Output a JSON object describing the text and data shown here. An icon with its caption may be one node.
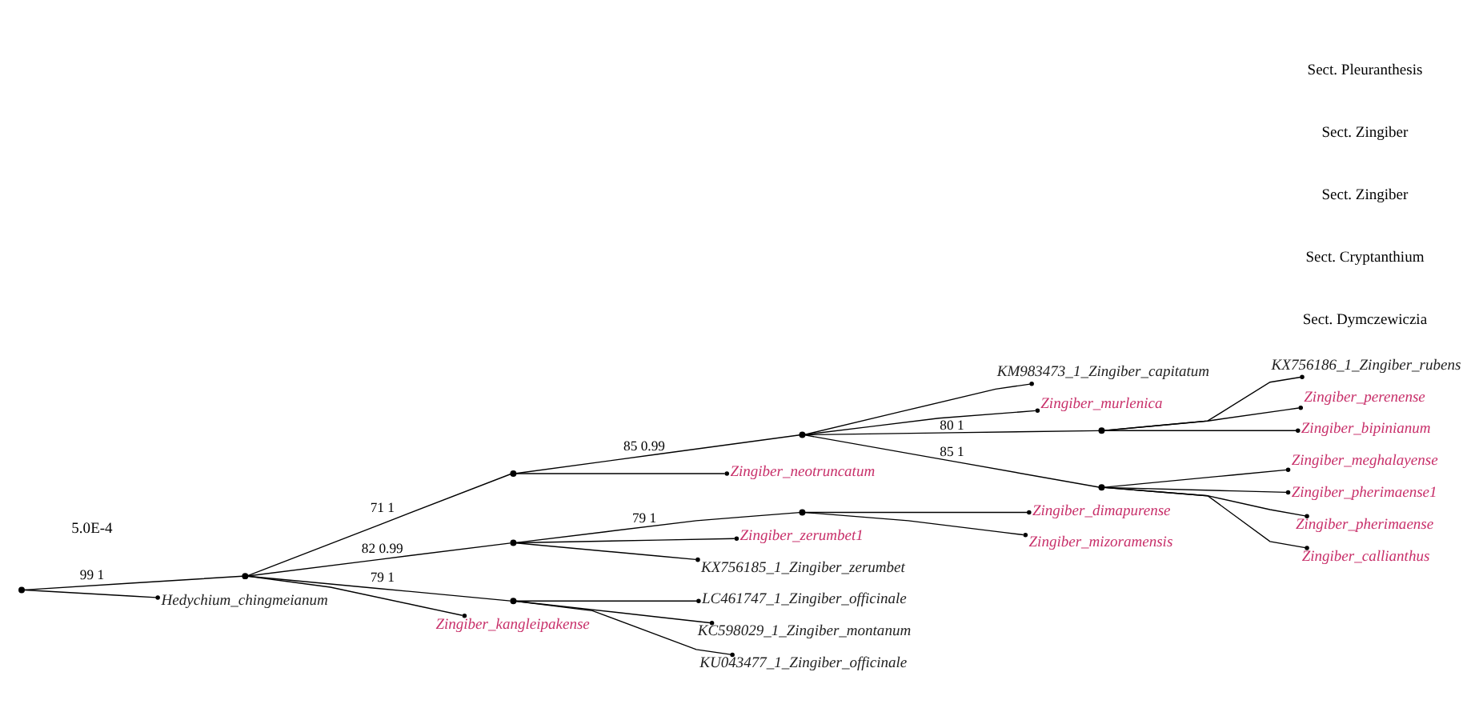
{
  "diagram": {
    "nodes": [
      {
        "text": [],
        "shape": "circle"
      },
      {
        "text": [],
        "shape": "circle"
      },
      {
        "text": [],
        "shape": "circle"
      },
      {
        "text": [],
        "shape": "circle"
      },
      {
        "text": [
          "KM983473_1_Zingiber_capitatum"
        ]
      },
      {
        "text": [
          "Zingiber_murlenica"
        ]
      },
      {
        "text": [],
        "shape": "circle"
      },
      {
        "text": [
          "KX756186_1_Zingiber_rubens"
        ]
      },
      {
        "text": [
          "Zingiber_perenense"
        ]
      },
      {
        "text": [
          "Zingiber_bipinianum"
        ]
      },
      {
        "text": [],
        "shape": "circle"
      },
      {
        "text": [
          "Zingiber_meghalayense"
        ]
      },
      {
        "text": [
          "Zingiber_pherimaense1"
        ]
      },
      {
        "text": [
          "Zingiber_pherimaense"
        ]
      },
      {
        "text": [
          "Zingiber_callianthus"
        ]
      },
      {
        "text": [
          "Zingiber_neotruncatum"
        ]
      },
      {
        "text": [],
        "shape": "circle"
      },
      {
        "text": [],
        "shape": "circle"
      },
      {
        "text": [
          "Zingiber_dimapurense"
        ]
      },
      {
        "text": [
          "Zingiber_mizoramensis"
        ]
      },
      {
        "text": [
          "Zingiber_zerumbet1"
        ]
      },
      {
        "text": [
          "KX756185_1_Zingiber_zerumbet"
        ]
      },
      {
        "text": [],
        "shape": "circle"
      },
      {
        "text": [
          "LC461747_1_Zingiber_officinale"
        ]
      },
      {
        "text": [
          "KC598029_1_Zingiber_montanum"
        ]
      },
      {
        "text": [
          "KU043477_1_Zingiber_officinale"
        ]
      },
      {
        "text": [
          "Zingiber_kangleipakense"
        ]
      },
      {
        "text": [
          "Hedychium_chingmeianum"
        ]
      }
    ],
    "edges": [
      {
        "from": 0,
        "to": 1,
        "arrow": "none",
        "label": "99 1"
      },
      {
        "from": 1,
        "to": 2,
        "arrow": "none",
        "label": "71 1"
      },
      {
        "from": 2,
        "to": 3,
        "arrow": "none",
        "label": "85 0.99"
      },
      {
        "from": 3,
        "to": 4,
        "arrow": "other"
      },
      {
        "from": 3,
        "to": 5,
        "arrow": "other"
      },
      {
        "from": 3,
        "to": 6,
        "arrow": "none",
        "label": "80 1"
      },
      {
        "from": 6,
        "to": 7,
        "arrow": "other"
      },
      {
        "from": 6,
        "to": 8,
        "arrow": "other"
      },
      {
        "from": 6,
        "to": 9,
        "arrow": "other"
      },
      {
        "from": 3,
        "to": 10,
        "arrow": "none",
        "label": "85 1"
      },
      {
        "from": 10,
        "to": 11,
        "arrow": "other"
      },
      {
        "from": 10,
        "to": 12,
        "arrow": "other"
      },
      {
        "from": 10,
        "to": 13,
        "arrow": "other"
      },
      {
        "from": 10,
        "to": 14,
        "arrow": "other"
      },
      {
        "from": 2,
        "to": 15,
        "arrow": "other"
      },
      {
        "from": 1,
        "to": 16,
        "arrow": "none",
        "label": "82 0.99"
      },
      {
        "from": 16,
        "to": 17,
        "arrow": "none",
        "label": "79 1"
      },
      {
        "from": 17,
        "to": 18,
        "arrow": "other"
      },
      {
        "from": 17,
        "to": 19,
        "arrow": "other"
      },
      {
        "from": 16,
        "to": 20,
        "arrow": "other"
      },
      {
        "from": 16,
        "to": 21,
        "arrow": "other"
      },
      {
        "from": 1,
        "to": 22,
        "arrow": "none",
        "label": "79 1"
      },
      {
        "from": 22,
        "to": 23,
        "arrow": "other"
      },
      {
        "from": 22,
        "to": 24,
        "arrow": "other"
      },
      {
        "from": 22,
        "to": 25,
        "arrow": "other"
      },
      {
        "from": 1,
        "to": 26,
        "arrow": "other"
      },
      {
        "from": 0,
        "to": 27,
        "arrow": "other"
      }
    ],
    "labels": [
      "Sect. Dymczewiczia",
      "Sect. Cryptanthium",
      "Sect. Zingiber",
      "Sect. Zingiber",
      "Sect. Pleuranthesis",
      "5.0E-4"
    ]
  }
}
